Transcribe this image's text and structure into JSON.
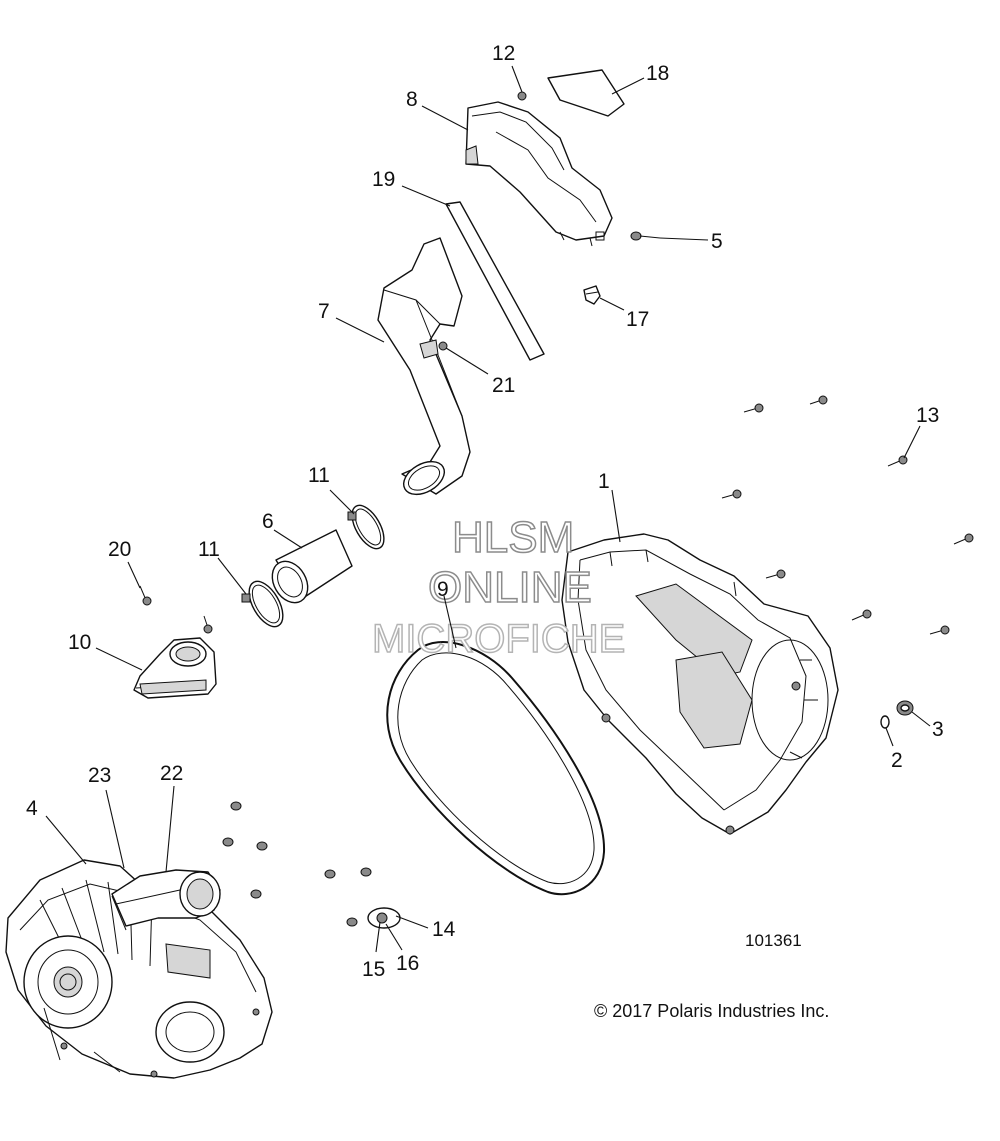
{
  "callouts": [
    "1",
    "2",
    "3",
    "4",
    "5",
    "6",
    "7",
    "8",
    "9",
    "10",
    "11",
    "12",
    "13",
    "14",
    "15",
    "16",
    "17",
    "18",
    "19",
    "20",
    "21",
    "22",
    "23"
  ],
  "watermark": {
    "line1": "HLSM",
    "line2": "ONLINE",
    "line3": "MICROFICHE"
  },
  "drawing_number": "101361",
  "copyright": "© 2017 Polaris Industries Inc."
}
